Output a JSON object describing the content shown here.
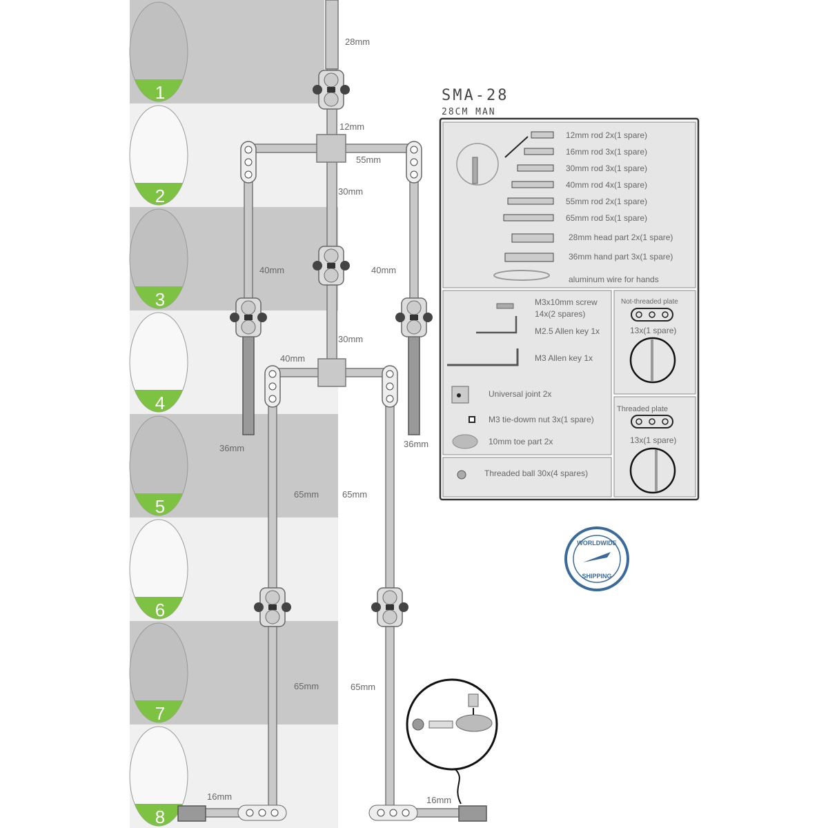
{
  "colors": {
    "band_dark": "#c8c8c8",
    "band_light": "#f0f0f0",
    "green": "#7dc242",
    "stamp": "#3a6a9a"
  },
  "scale_numbers": [
    "1",
    "2",
    "3",
    "4",
    "5",
    "6",
    "7",
    "8"
  ],
  "header": {
    "title": "SMA-28",
    "subtitle": "28CM MAN"
  },
  "dimensions": {
    "head": "28mm",
    "neck": "12mm",
    "shoulder": "55mm",
    "upper_spine": "30mm",
    "upper_arm_left": "40mm",
    "upper_arm_right": "40mm",
    "lower_spine": "30mm",
    "hip": "40mm",
    "hand_left": "36mm",
    "hand_right": "36mm",
    "thigh_left": "65mm",
    "thigh_right": "65mm",
    "shin_left": "65mm",
    "shin_right": "65mm",
    "foot_left": "16mm",
    "foot_right": "16mm"
  },
  "parts_list": [
    "12mm rod 2x(1 spare)",
    "16mm rod 3x(1 spare)",
    "30mm rod 3x(1 spare)",
    "40mm rod 4x(1 spare)",
    "55mm rod 2x(1 spare)",
    "65mm rod 5x(1 spare)",
    "28mm head part 2x(1 spare)",
    "36mm hand part 3x(1 spare)",
    "aluminum wire for hands"
  ],
  "hardware": {
    "screw_1": "M3x10mm screw",
    "screw_2": "14x(2 spares)",
    "allen_25": "M2.5 Allen key 1x",
    "allen_3": "M3 Allen key 1x",
    "ujoint": "Universal joint  2x",
    "nut": "M3 tie-dowm nut 3x(1 spare)",
    "toe": "10mm toe part 2x",
    "ball": "Threaded ball 30x(4 spares)"
  },
  "plates": {
    "not_threaded_title": "Not-threaded plate",
    "not_threaded_qty": "13x(1 spare)",
    "threaded_title": "Threaded plate",
    "threaded_qty": "13x(1 spare)"
  },
  "stamp": {
    "top": "WORLDWIDE",
    "bottom": "SHIPPING"
  }
}
